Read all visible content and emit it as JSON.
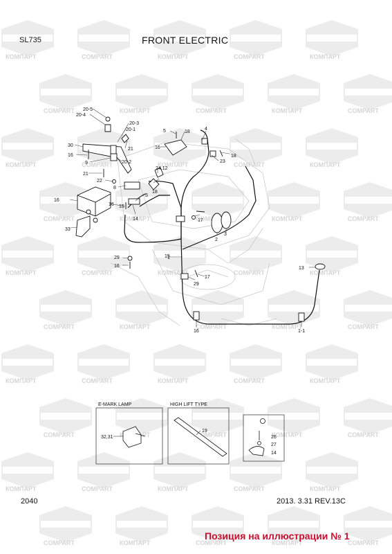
{
  "header": {
    "model": "SL735",
    "title": "FRONT ELECTRIC"
  },
  "footer": {
    "page": "2040",
    "date_rev": "2013. 3.31  REV.13C",
    "position_note": "Позиция на иллюстрации № 1"
  },
  "watermark": {
    "text_ru": "КОМПАРТ",
    "text_en": "COMPART",
    "color": "#d9d9d9"
  },
  "callouts": [
    "20-5",
    "20-4",
    "20-3",
    "20-1",
    "30",
    "16",
    "21",
    "20-2",
    "9",
    "21",
    "22",
    "8",
    "16",
    "5",
    "18",
    "4",
    "16",
    "14",
    "18",
    "23",
    "24,12",
    "16",
    "5",
    "18",
    "33",
    "17",
    "29",
    "16",
    "2",
    "3",
    "1",
    "29",
    "17",
    "13",
    "16",
    "1-1",
    "15",
    "15"
  ],
  "insets": {
    "emark": {
      "title": "E-MARK LAMP",
      "callout": "32,31"
    },
    "highlift": {
      "title": "HIGH LIFT TYPE",
      "callout": "19"
    },
    "clip": {
      "callouts": [
        "26",
        "27",
        "14"
      ]
    }
  },
  "colors": {
    "line": "#111111",
    "faint": "#bbbbbb",
    "note": "#c8102e"
  }
}
